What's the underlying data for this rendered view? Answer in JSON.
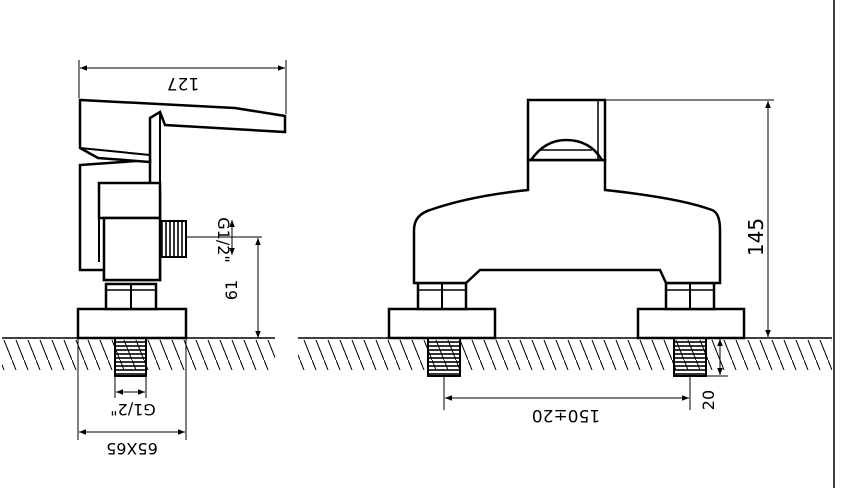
{
  "dimensions": {
    "side_width": "127",
    "side_thread": "G1/2\"",
    "side_height": "61",
    "base_thread": "G1/2\"",
    "base_size": "65X65",
    "front_height": "145",
    "front_spacing": "150±20",
    "front_depth": "20"
  }
}
